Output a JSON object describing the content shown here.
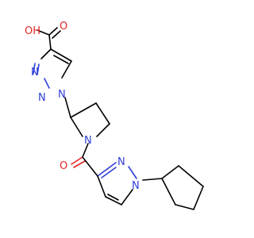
{
  "molecule": {
    "atoms": {
      "hydroxyl": "OH",
      "carbonyl_o_acid": "O",
      "triazole_n3": "N",
      "triazole_n2": "N",
      "triazole_n1": "N",
      "pyrrolidine_n": "N",
      "amide_o": "O",
      "pyrazole_n2": "N",
      "pyrazole_n1": "N"
    },
    "colors": {
      "nitrogen": "#2f3dd8",
      "oxygen": "#e32626",
      "carbon_bond": "#000000"
    }
  }
}
